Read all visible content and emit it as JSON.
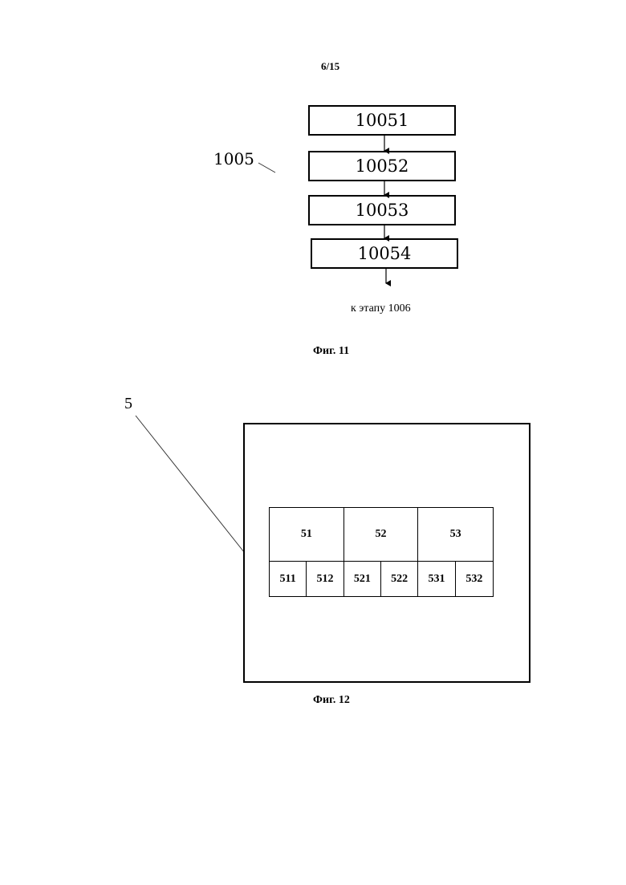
{
  "page": {
    "number": "6/15"
  },
  "figure11": {
    "ref_label": "1005",
    "steps": [
      "10051",
      "10052",
      "10053",
      "10054"
    ],
    "next_step_text": "к этапу 1006",
    "caption": "Фиг. 11"
  },
  "figure12": {
    "ref_label": "5",
    "top_cells": [
      "51",
      "52",
      "53"
    ],
    "bottom_cells": [
      "511",
      "512",
      "521",
      "522",
      "531",
      "532"
    ],
    "caption": "Фиг. 12"
  }
}
